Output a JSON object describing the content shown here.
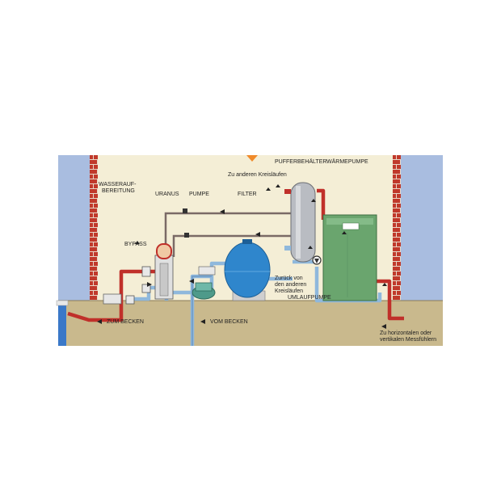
{
  "labels": {
    "wasseraufbereitung_1": "WASSERAUF-",
    "wasseraufbereitung_2": "BEREITUNG",
    "bypass": "BYPASS",
    "uranus": "URANUS",
    "pumpe": "PUMPE",
    "filter": "FILTER",
    "pufferbehaelter": "PUFFERBEHÄLTER",
    "waermepumpe": "WÄRMEPUMPE",
    "zu_anderen_kreislaeufen": "Zu anderen Kreisläufen",
    "zurueck_1": "Zurück von",
    "zurueck_2": "den anderen",
    "zurueck_3": "Kreisläufen",
    "umlaufpumpe": "UMLAUFPUMPE",
    "zum_becken": "ZUM BECKEN",
    "vom_becken": "VOM BECKEN",
    "messfuehler_1": "Zu horizontalen oder",
    "messfuehler_2": "vertikalen Messfühlern"
  },
  "colors": {
    "sky": "#a9bde0",
    "wall": "#f4eed6",
    "brick": "#c0392b",
    "ground": "#c9b98d",
    "hot_pipe": "#c0302a",
    "cold_pipe": "#8fb8dc",
    "return_pipe": "#7a6a66",
    "filter_tank": "#2f86cc",
    "heat_pump": "#6aa56e",
    "buffer_tank": "#b9bcc2",
    "marker": "#f08a2a"
  }
}
